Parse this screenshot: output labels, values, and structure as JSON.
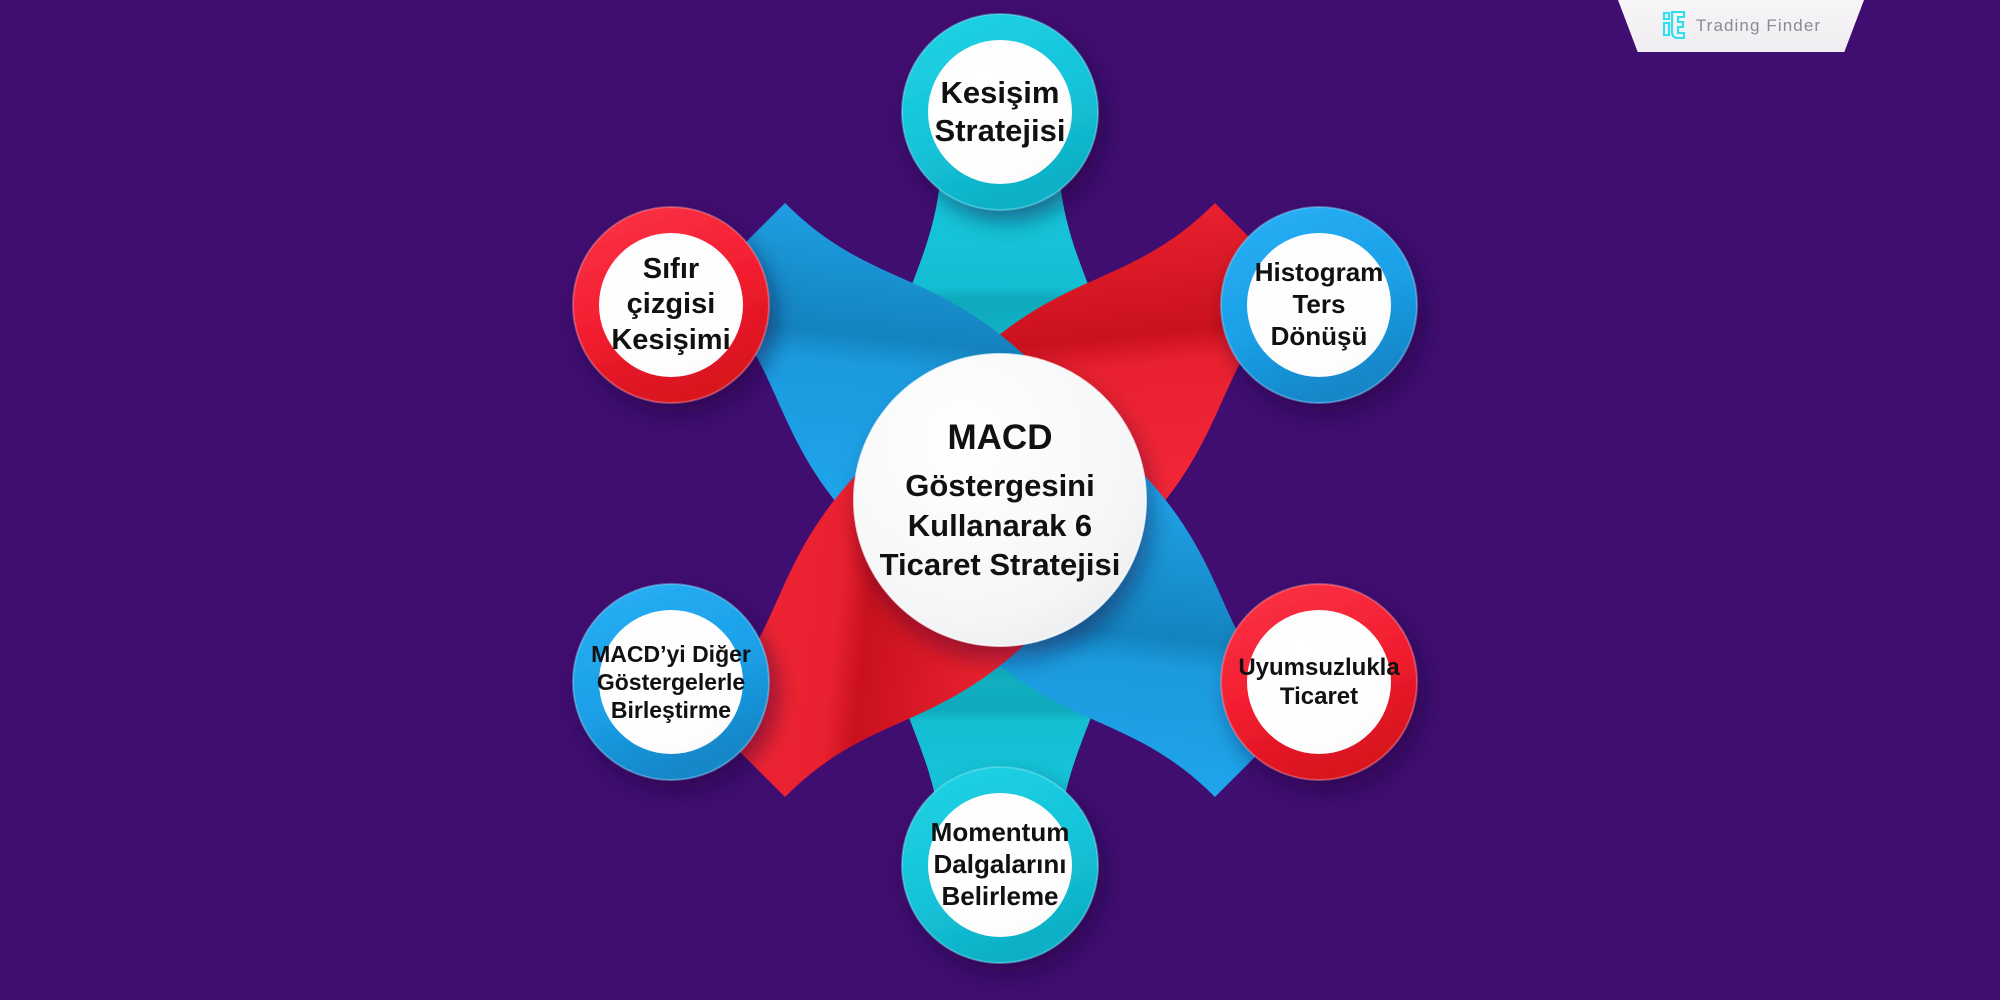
{
  "brand": {
    "name": "Trading Finder",
    "mark_icon": "trading-finder-monogram-icon",
    "mark_color": "#2ce0f0",
    "text_color": "#8c8b94",
    "badge_color": "#f4f2f5"
  },
  "theme": {
    "background": "#400d70",
    "cyan": "#15c9de",
    "cyan_dark": "#0fb5c9",
    "blue": "#1ca0e8",
    "blue_dark": "#1489cc",
    "red": "#f52133",
    "red_dark": "#d8121f",
    "node_fill": "#ffffff",
    "center_fill": "#f4f5f6",
    "text": "#111111"
  },
  "center": {
    "title": "MACD",
    "subtitle": "Göstergesini\nKullanarak 6\nTicaret Stratejisi",
    "full_text": "MACD Göstergesini Kullanarak 6 Ticaret Stratejisi"
  },
  "nodes": [
    {
      "id": "kesisim-stratejisi",
      "label": "Kesişim\nStratejisi",
      "position": "top",
      "color": "#15c9de",
      "color_name": "cyan",
      "font_size": 31
    },
    {
      "id": "histogram-ters-donusu",
      "label": "Histogram\nTers\nDönüşü",
      "position": "top-right",
      "color": "#1ca0e8",
      "color_name": "blue",
      "font_size": 26
    },
    {
      "id": "uyumsuzlukla-ticaret",
      "label": "Uyumsuzlukla\nTicaret",
      "position": "bottom-right",
      "color": "#f52133",
      "color_name": "red",
      "font_size": 24
    },
    {
      "id": "momentum-dalgalarini-belirleme",
      "label": "Momentum\nDalgalarını\nBelirleme",
      "position": "bottom",
      "color": "#15c9de",
      "color_name": "cyan",
      "font_size": 26
    },
    {
      "id": "macdyi-diger-gostergelerle-birlestirme",
      "label": "MACD’yi Diğer\nGöstergelerle\nBirleştirme",
      "position": "bottom-left",
      "color": "#1ca0e8",
      "color_name": "blue",
      "font_size": 23
    },
    {
      "id": "sifir-cizgisi-kesisimi",
      "label": "Sıfır\nçizgisi\nKesişimi",
      "position": "top-left",
      "color": "#f52133",
      "color_name": "red",
      "font_size": 29
    }
  ],
  "chart_data": {
    "type": "diagram",
    "diagram_kind": "hub-and-spoke",
    "title": "MACD Göstergesini Kullanarak 6 Ticaret Stratejisi",
    "hub": "MACD Göstergesini Kullanarak 6 Ticaret Stratejisi",
    "spoke_count": 6,
    "spokes": [
      "Kesişim Stratejisi",
      "Histogram Ters Dönüşü",
      "Uyumsuzlukla Ticaret",
      "Momentum Dalgalarını Belirleme",
      "MACD’yi Diğer Göstergelerle Birleştirme",
      "Sıfır çizgisi Kesişimi"
    ]
  }
}
